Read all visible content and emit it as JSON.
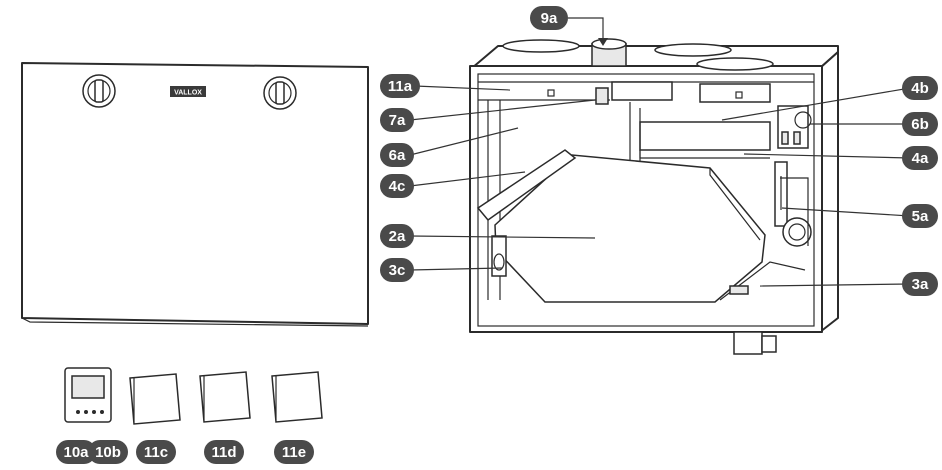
{
  "front_panel": {
    "logo_text": "VALLOX"
  },
  "callouts": [
    {
      "id": "9a",
      "label": "9a"
    },
    {
      "id": "11a",
      "label": "11a"
    },
    {
      "id": "7a",
      "label": "7a"
    },
    {
      "id": "6a",
      "label": "6a"
    },
    {
      "id": "4c",
      "label": "4c"
    },
    {
      "id": "2a",
      "label": "2a"
    },
    {
      "id": "3c",
      "label": "3c"
    },
    {
      "id": "4b",
      "label": "4b"
    },
    {
      "id": "6b",
      "label": "6b"
    },
    {
      "id": "4a",
      "label": "4a"
    },
    {
      "id": "5a",
      "label": "5a"
    },
    {
      "id": "3a",
      "label": "3a"
    },
    {
      "id": "10a",
      "label": "10a"
    },
    {
      "id": "10b",
      "label": "10b"
    },
    {
      "id": "11c",
      "label": "11c"
    },
    {
      "id": "11d",
      "label": "11d"
    },
    {
      "id": "11e",
      "label": "11e"
    }
  ]
}
